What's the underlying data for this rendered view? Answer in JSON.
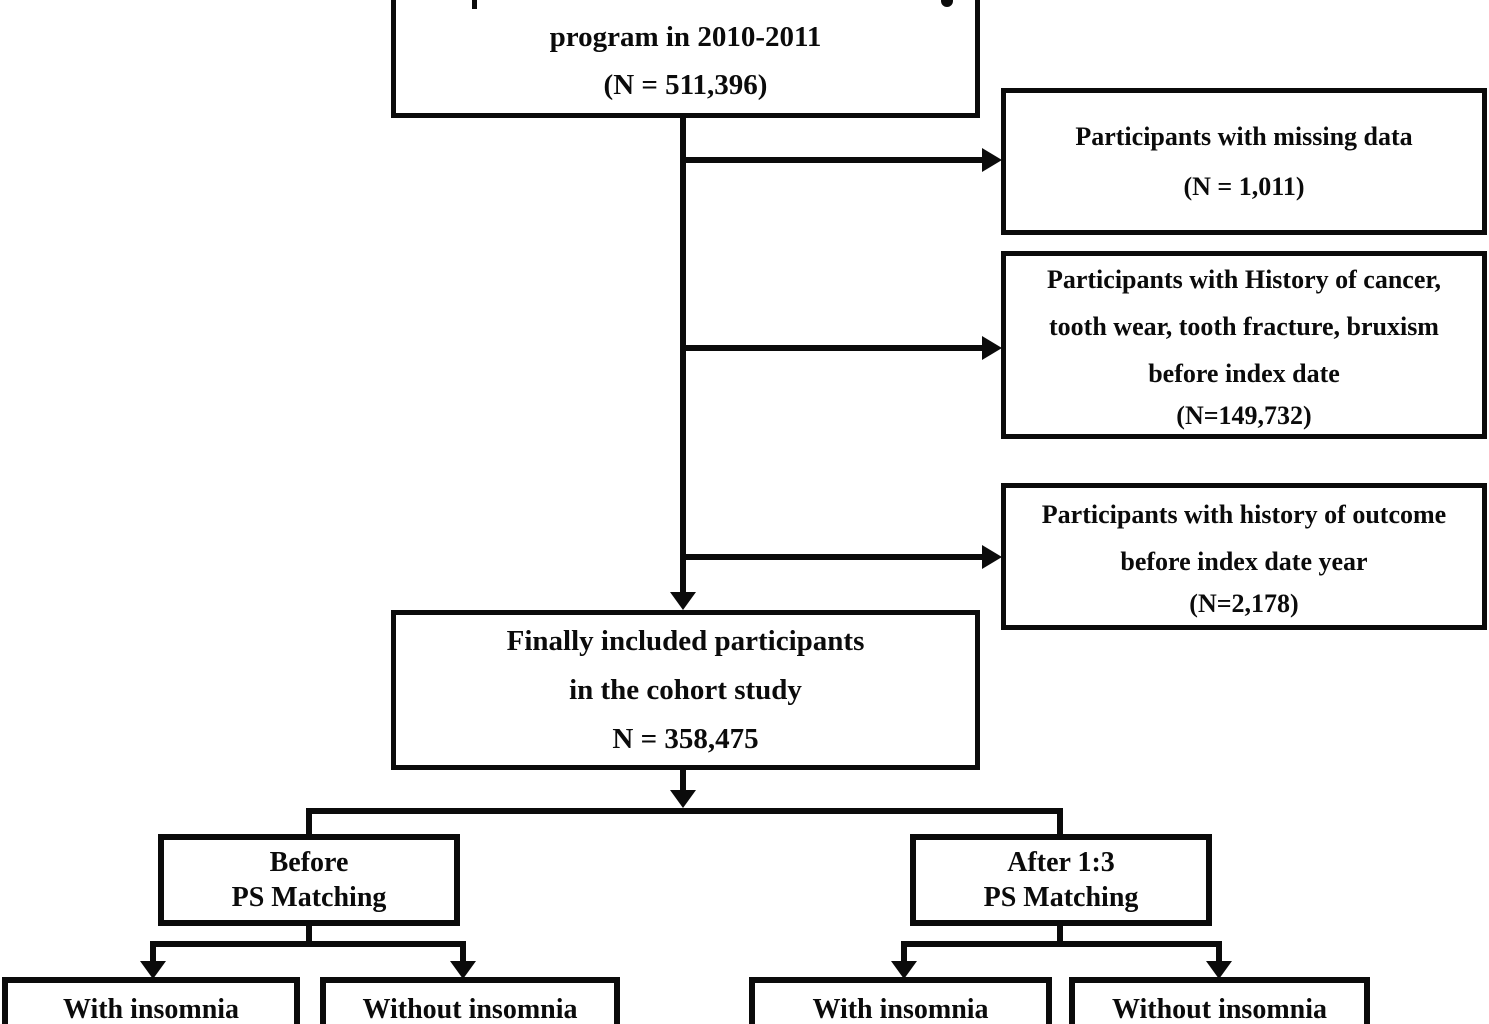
{
  "flow": {
    "top_box": {
      "lines": [
        "program in 2010-2011",
        "(N = 511,396)"
      ]
    },
    "exclusions": [
      {
        "lines": [
          "Participants with missing data",
          "(N = 1,011)"
        ]
      },
      {
        "lines": [
          "Participants with History of cancer,",
          "tooth wear, tooth fracture, bruxism",
          "before index date",
          "(N=149,732)"
        ]
      },
      {
        "lines": [
          "Participants with history of outcome",
          "before index date year",
          "(N=2,178)"
        ]
      }
    ],
    "final_box": {
      "lines": [
        "Finally included participants",
        "in the cohort study",
        "N = 358,475"
      ]
    },
    "before_match_box": {
      "lines": [
        "Before",
        "PS Matching"
      ]
    },
    "after_match_box": {
      "lines": [
        "After 1:3",
        "PS Matching"
      ]
    },
    "outcome_boxes": [
      "With insomnia",
      "Without insomnia",
      "With insomnia",
      "Without insomnia"
    ],
    "colors": {
      "ink": "#0b0b0b",
      "background": "#ffffff"
    }
  }
}
